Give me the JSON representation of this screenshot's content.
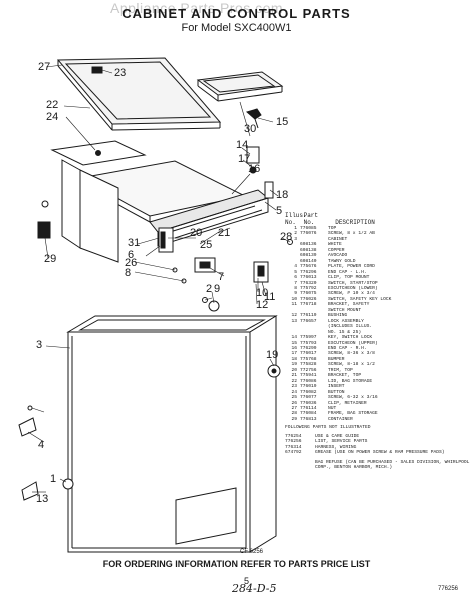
{
  "watermark": "Appliance Parts Pros.com",
  "title": "CABINET AND CONTROL PARTS",
  "subtitle": "For Model SXC400W1",
  "table_header": {
    "col1": "Illus. No.",
    "col2": "Part No.",
    "col3": "DESCRIPTION"
  },
  "parts": [
    {
      "n": "1",
      "p": "776085",
      "d": "TOP"
    },
    {
      "n": "2",
      "p": "776076",
      "d": "SCREW, 8 x 1/2 AB"
    },
    {
      "n": "3",
      "p": "",
      "d": "CABINET"
    },
    {
      "n": "",
      "p": "608136",
      "d": "WHITE"
    },
    {
      "n": "",
      "p": "608138",
      "d": "COPPER"
    },
    {
      "n": "",
      "p": "608139",
      "d": "AVOCADO"
    },
    {
      "n": "",
      "p": "608140",
      "d": "TAWNY GOLD"
    },
    {
      "n": "4",
      "p": "775676",
      "d": "PLATE, POWER CORD"
    },
    {
      "n": "5",
      "p": "776296",
      "d": "END CAP - L.H."
    },
    {
      "n": "6",
      "p": "776013",
      "d": "CLIP, TOP MOUNT"
    },
    {
      "n": "7",
      "p": "776320",
      "d": "SWITCH, START/STOP"
    },
    {
      "n": "8",
      "p": "775792",
      "d": "ESCUTCHEON (LOWER)"
    },
    {
      "n": "9",
      "p": "776075",
      "d": "SCREW, # 10 x 3/4"
    },
    {
      "n": "10",
      "p": "776026",
      "d": "SWITCH, SAFETY KEY LOCK"
    },
    {
      "n": "11",
      "p": "776718",
      "d": "BRACKET, SAFETY"
    },
    {
      "n": "",
      "p": "",
      "d": "SWITCH MOUNT"
    },
    {
      "n": "12",
      "p": "776119",
      "d": "BUSHING"
    },
    {
      "n": "13",
      "p": "776657",
      "d": "LOCK ASSEMBLY"
    },
    {
      "n": "",
      "p": "",
      "d": "(INCLUDES ILLUS."
    },
    {
      "n": "",
      "p": "",
      "d": "NO. 15 & 25)"
    },
    {
      "n": "14",
      "p": "775997",
      "d": "KEY, SWITCH LOCK"
    },
    {
      "n": "15",
      "p": "775793",
      "d": "ESCUTCHEON (UPPER)"
    },
    {
      "n": "16",
      "p": "776299",
      "d": "END CAP - R.H."
    },
    {
      "n": "17",
      "p": "776017",
      "d": "SCREW, 8-36 x 3/8"
    },
    {
      "n": "18",
      "p": "775768",
      "d": "BUMPER"
    },
    {
      "n": "19",
      "p": "775828",
      "d": "SCREW, 8-18 x 1/2"
    },
    {
      "n": "20",
      "p": "772756",
      "d": "TRIM, TOP"
    },
    {
      "n": "21",
      "p": "775941",
      "d": "BRACKET, TOP"
    },
    {
      "n": "22",
      "p": "776086",
      "d": "LID, BAG STORAGE"
    },
    {
      "n": "23",
      "p": "776019",
      "d": "INSERT"
    },
    {
      "n": "24",
      "p": "776082",
      "d": "BUTTON"
    },
    {
      "n": "25",
      "p": "776077",
      "d": "SCREW, 6-32 x 3/16"
    },
    {
      "n": "26",
      "p": "776036",
      "d": "CLIP, RETAINER"
    },
    {
      "n": "27",
      "p": "776114",
      "d": "NUT"
    },
    {
      "n": "28",
      "p": "776084",
      "d": "FRAME, BAG STORAGE"
    },
    {
      "n": "29",
      "p": "776813",
      "d": "CONTAINER"
    }
  ],
  "not_illustrated_header": "FOLLOWING PARTS NOT ILLUSTRATED",
  "not_illustrated": [
    {
      "p": "776254",
      "d": "USE & CARE GUIDE"
    },
    {
      "p": "776256",
      "d": "LIST, SERVICE PARTS"
    },
    {
      "p": "776314",
      "d": "HARNESS, WIRING"
    },
    {
      "p": "674792",
      "d": "GREASE (USE ON POWER SCREW & RAM PRESSURE PADS)"
    }
  ],
  "bag_note": "BAG REFUSE (CAN BE PURCHASED - SALES DIVISION, WHIRLPOOL CORP., BENTON HARBOR, MICH.)",
  "footer": "FOR ORDERING INFORMATION REFER TO PARTS PRICE LIST",
  "ref_number": "5",
  "handwritten": "284-D-5",
  "drawing_code": "CF 6256",
  "page_code": "776256",
  "callouts": [
    "27",
    "23",
    "22",
    "24",
    "30",
    "15",
    "14",
    "17",
    "16",
    "18",
    "5",
    "20",
    "25",
    "21",
    "28",
    "31",
    "6",
    "29",
    "26",
    "8",
    "9",
    "7",
    "10",
    "11",
    "12",
    "2",
    "3",
    "19",
    "4",
    "1",
    "13"
  ]
}
